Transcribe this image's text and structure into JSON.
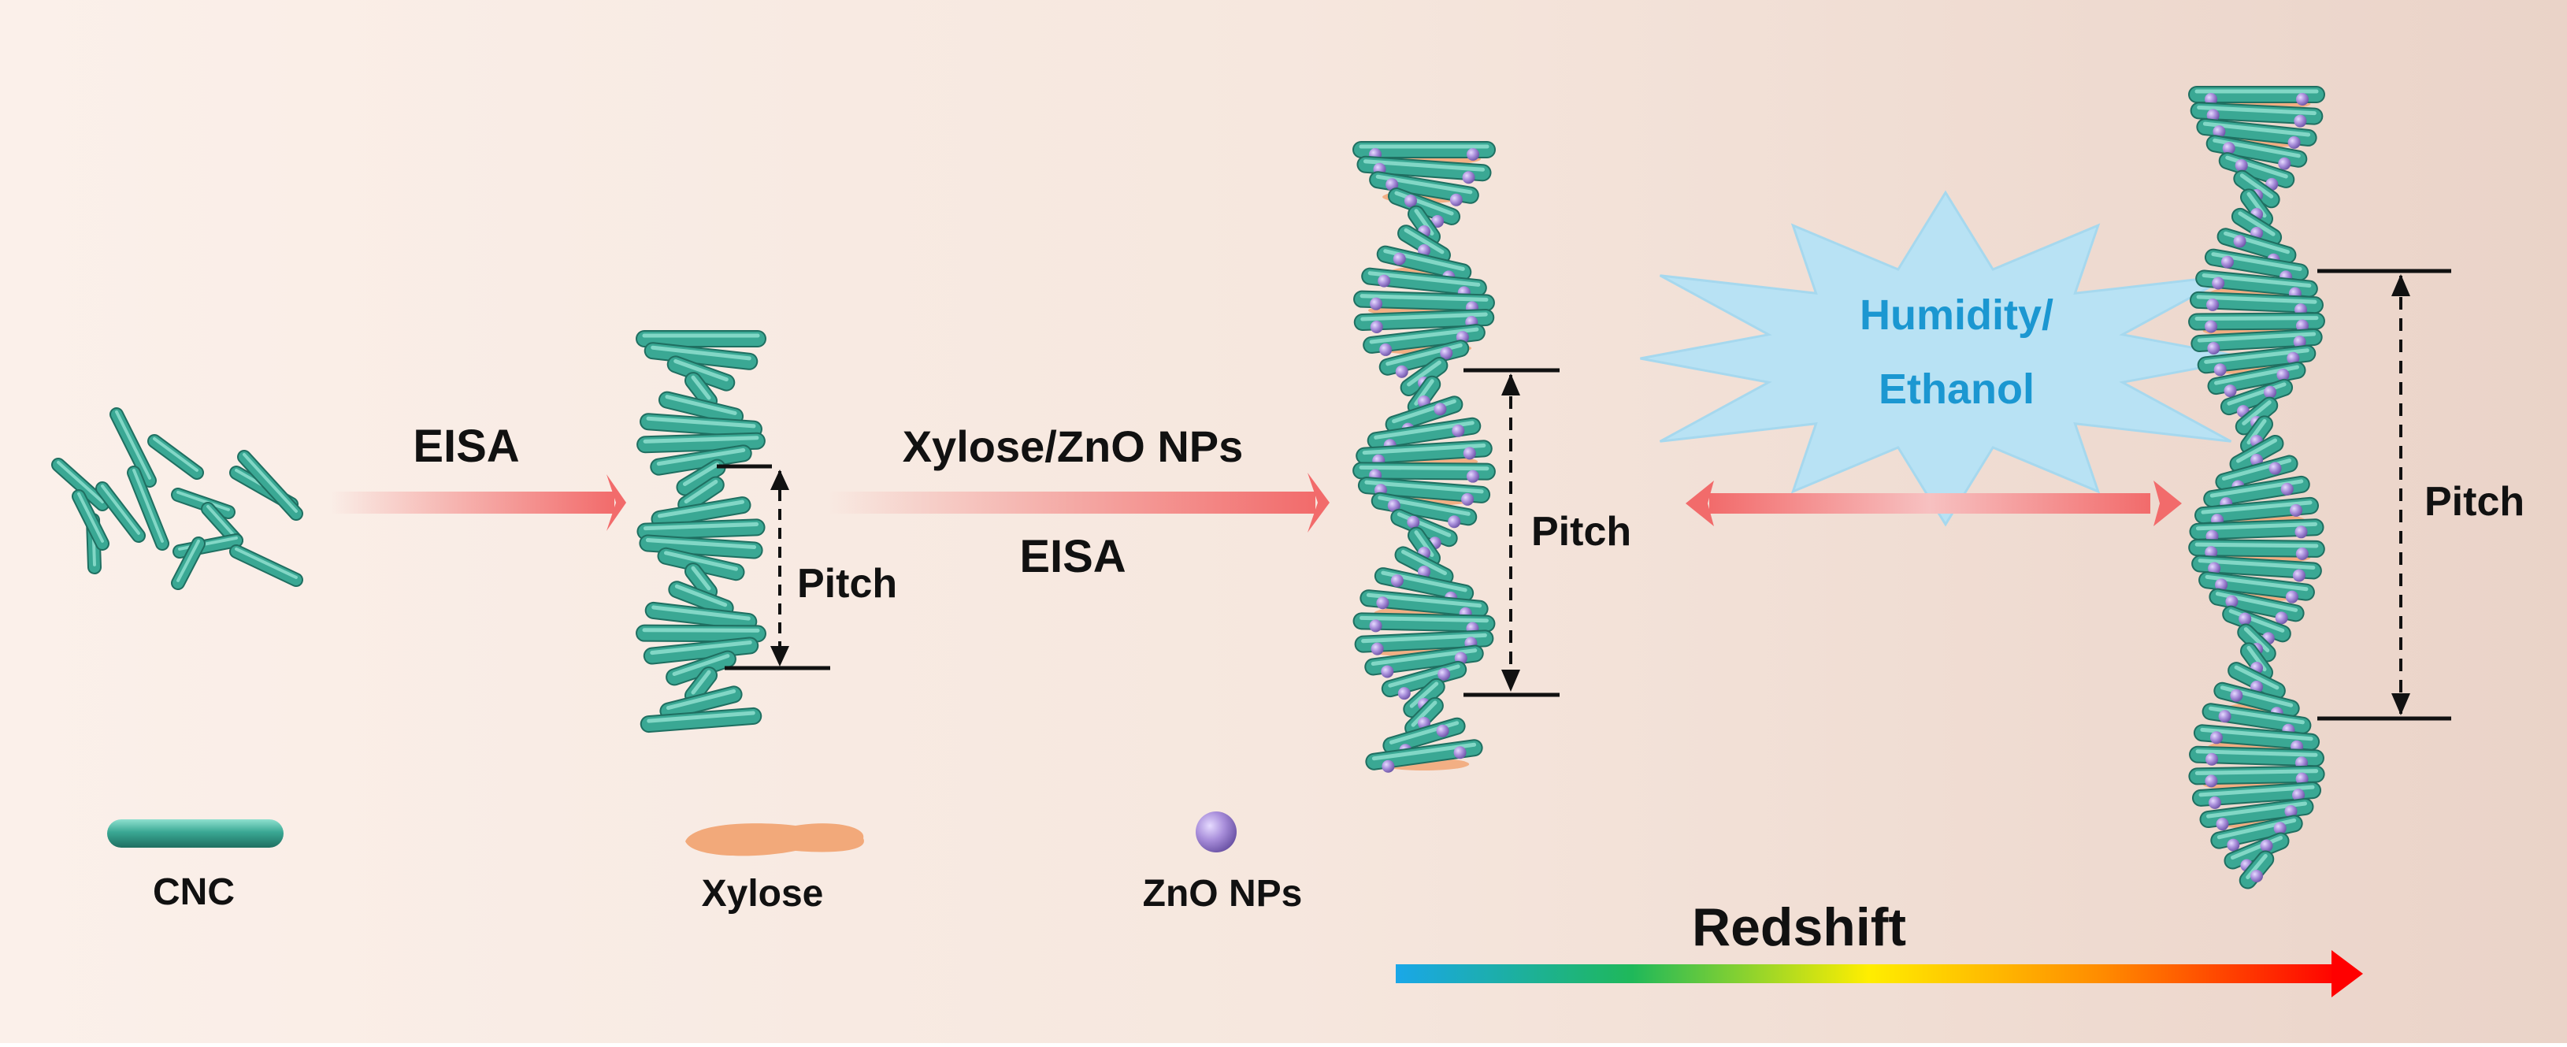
{
  "labels": {
    "eisa_first": "EISA",
    "xylose_zno_nps": "Xylose/ZnO NPs",
    "eisa_second": "EISA",
    "pitch_first": "Pitch",
    "pitch_second": "Pitch",
    "pitch_third": "Pitch",
    "humidity_line1": "Humidity/",
    "humidity_line2": "Ethanol",
    "redshift": "Redshift"
  },
  "legend": {
    "cnc": "CNC",
    "xylose": "Xylose",
    "zno_nps": "ZnO NPs"
  },
  "colors": {
    "cnc_rod": "#3aa894",
    "cnc_highlight": "#7fd6c4",
    "xylose": "#f2a97a",
    "zno": "#a98fdb",
    "process_arrow": "#f26b6b",
    "burst_fill": "#b8e2f4",
    "burst_text": "#1b97d1",
    "text": "#111111"
  },
  "icons": {
    "burst": "starburst-icon",
    "redshift_arrow": "rainbow-arrow-icon"
  }
}
